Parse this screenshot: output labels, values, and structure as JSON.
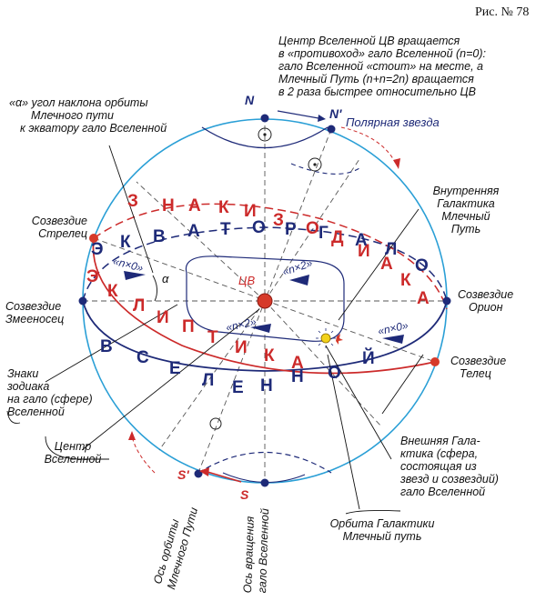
{
  "figure_label": "Рис. № 78",
  "top_note": [
    "Центр Вселенной ЦВ вращается",
    "в «противоход» гало Вселенной (n=0):",
    "гало Вселенной «стоит» на месте, а",
    "Млечный Путь (n+n=2n) вращается",
    "в 2 раза быстрее относительно ЦВ"
  ],
  "alpha_note": [
    "«α» угол наклона орбиты",
    "Млечного пути",
    "к экватору гало Вселенной"
  ],
  "alpha_symbol": "α",
  "pole_labels": {
    "n": "N",
    "n_prime": "N'",
    "s": "S",
    "s_prime": "S'"
  },
  "polar_star": "Полярная звезда",
  "sagittarius": [
    "Созвездие",
    "Стрелец"
  ],
  "ophiuchus": [
    "Созвездие",
    "Змееносец"
  ],
  "orion": [
    "Созвездие",
    "Орион"
  ],
  "taurus": [
    "Созвездие",
    "Телец"
  ],
  "inner_galaxy": [
    "Внутренняя",
    "Галактика",
    "Млечный",
    "Путь"
  ],
  "outer_galaxy": [
    "Внешняя Гала-",
    "ктика (сфера,",
    "состоящая из",
    "звезд и созвездий)",
    "гало Вселенной"
  ],
  "zodiac_signs_note": [
    "Знаки",
    "зодиака",
    "на гало (сфере)",
    "Вселенной"
  ],
  "universe_center_note": [
    "Центр",
    "Вселенной"
  ],
  "galaxy_orbit_note": [
    "Орбита Галактики",
    "Млечный путь"
  ],
  "orbit_axis": [
    "Ось орбиты",
    "Млечного Пути"
  ],
  "rotation_axis": [
    "Ось вращения",
    "гало Вселенной"
  ],
  "cv_label": "ЦВ",
  "n_markers": {
    "n_x0_left": "«n×0»",
    "n_x2_top": "«n×2»",
    "n_x2_bottom": "«n×2»",
    "n_x0_right": "«n×0»"
  },
  "arc_words": {
    "zodiac": [
      "З",
      "Н",
      "А",
      "К",
      "И",
      "З",
      "О",
      "Д",
      "И",
      "А",
      "К",
      "А"
    ],
    "equator": [
      "Э",
      "К",
      "В",
      "А",
      "Т",
      "О",
      "Р",
      "Г",
      "А",
      "Л",
      "О"
    ],
    "ecliptic": [
      "Э",
      "К",
      "Л",
      "И",
      "П",
      "Т",
      "И",
      "К",
      "А"
    ],
    "universe": [
      "В",
      "С",
      "Е",
      "Л",
      "Е",
      "Н",
      "Н",
      "О",
      "Й"
    ]
  },
  "colors": {
    "sphere": "#2a9fd6",
    "blue": "#1e2a78",
    "red": "#cc2a2a",
    "dash": "#444444",
    "sun": "#f2d21b"
  }
}
